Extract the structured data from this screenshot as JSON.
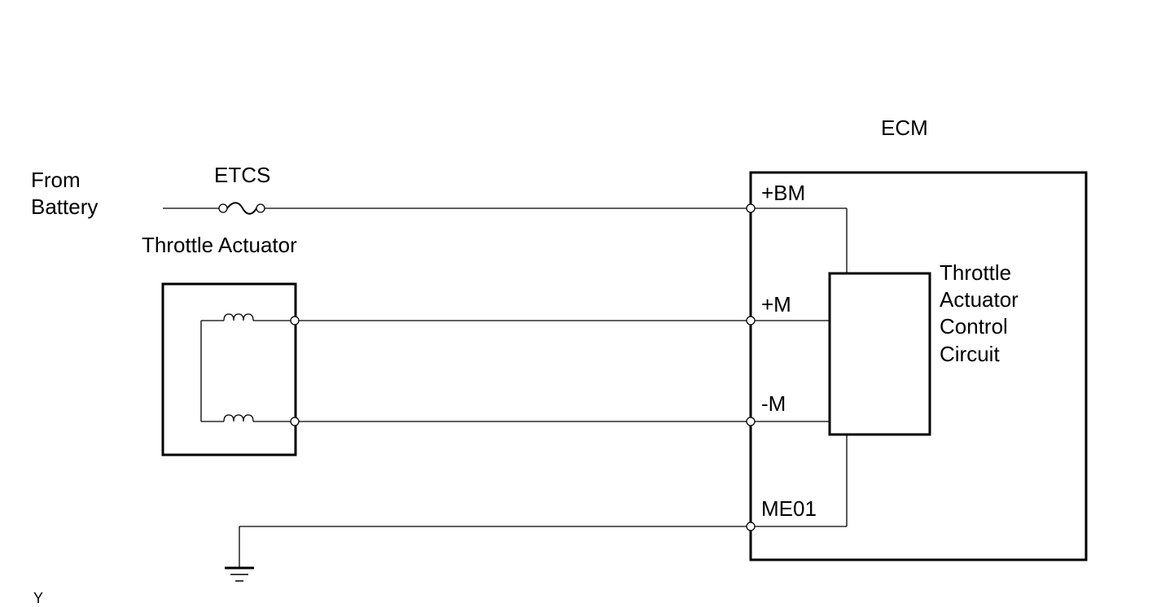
{
  "labels": {
    "from": "From",
    "battery": "Battery",
    "fuse": "ETCS",
    "actuator": "Throttle Actuator",
    "ecm": "ECM",
    "control_line1": "Throttle",
    "control_line2": "Actuator",
    "control_line3": "Control",
    "control_line4": "Circuit",
    "corner": "Y"
  },
  "terminals": {
    "bm": "+BM",
    "pm": "+M",
    "mm": "-M",
    "me01": "ME01"
  }
}
